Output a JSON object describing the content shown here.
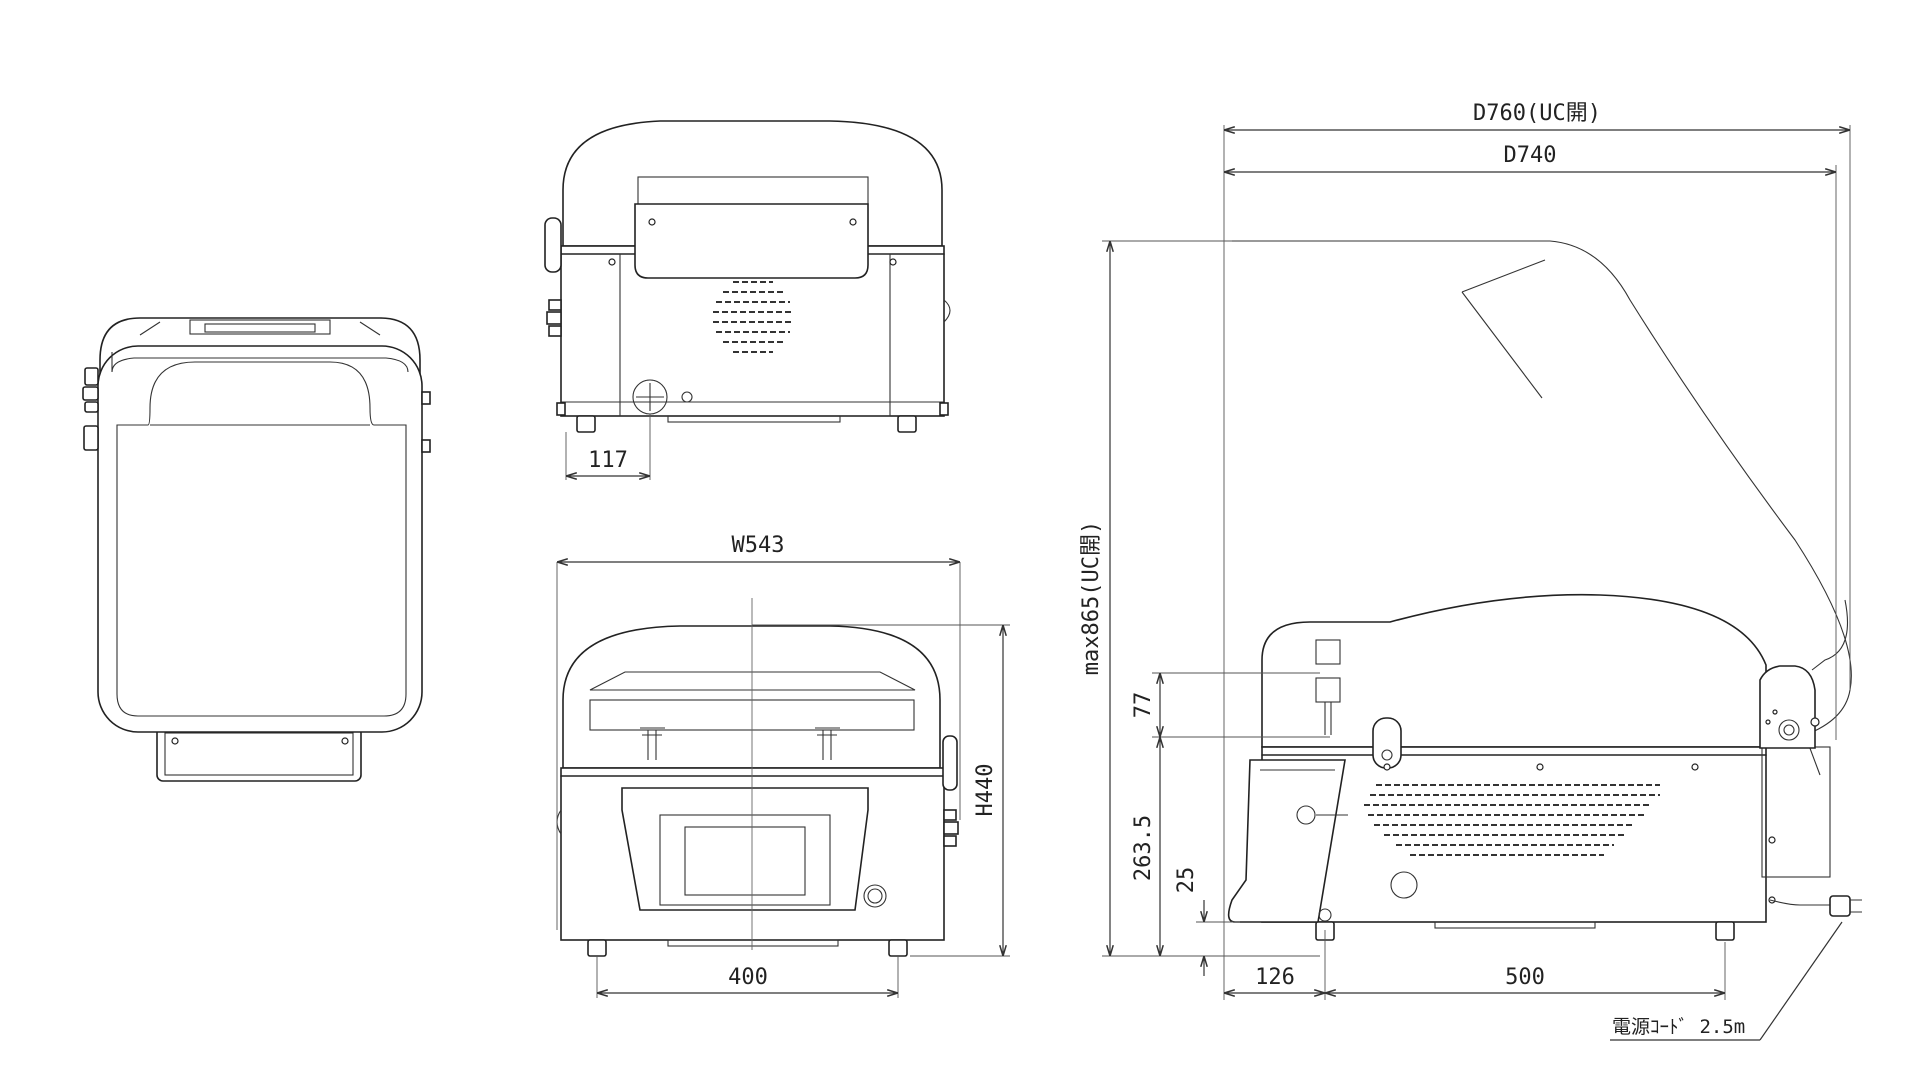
{
  "dimensions": {
    "depth_open": "D760(UC開)",
    "depth": "D740",
    "max_height_open": "max865(UC開)",
    "width": "W543",
    "height": "H440",
    "foot_pitch_front": "400",
    "rear_offset": "117",
    "lid_height": "77",
    "body_height": "263.5",
    "base_height": "25",
    "front_overhang": "126",
    "foot_pitch_side": "500"
  },
  "notes": {
    "power_cord": "電源ｺｰﾄﾞ  2.5m"
  }
}
